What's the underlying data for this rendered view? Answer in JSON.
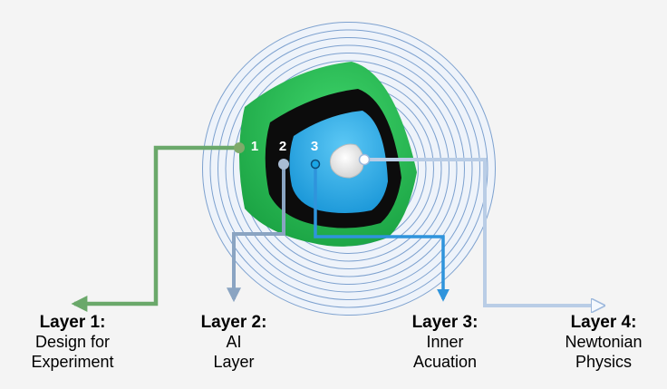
{
  "colors": {
    "background": "#f4f4f4",
    "rings": "#7da1cf",
    "ring_fill": "#eef3fa",
    "layer1": "#22b24c",
    "layer2": "#0c0c0c",
    "layer3": "#1aa6e6",
    "layer4": "#f2f2f2",
    "arrow1": "#6aa86a",
    "arrow2": "#8aa4c2",
    "arrow3": "#2f94dc",
    "arrow4": "#b9cde6"
  },
  "markers": [
    "1",
    "2",
    "3"
  ],
  "layers": [
    {
      "title": "Layer 1:",
      "desc": [
        "Design for",
        "Experiment"
      ]
    },
    {
      "title": "Layer 2:",
      "desc": [
        "AI",
        "Layer"
      ]
    },
    {
      "title": "Layer 3:",
      "desc": [
        "Inner",
        "Acuation"
      ]
    },
    {
      "title": "Layer 4:",
      "desc": [
        "Newtonian",
        "Physics"
      ]
    }
  ]
}
